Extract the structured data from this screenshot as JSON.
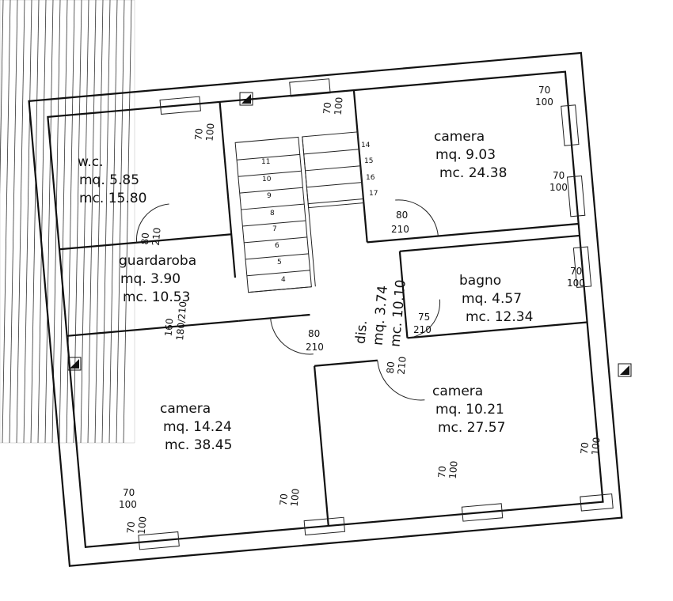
{
  "rooms": {
    "wc": {
      "name": "w.c.",
      "area": "mq.  5.85",
      "volume": "mc.  15.80"
    },
    "guardaroba": {
      "name": "guardaroba",
      "area": "mq.  3.90",
      "volume": "mc.  10.53"
    },
    "camera_ne": {
      "name": "camera",
      "area": "mq.  9.03",
      "volume": "mc.  24.38"
    },
    "bagno": {
      "name": "bagno",
      "area": "mq.  4.57",
      "volume": "mc.  12.34"
    },
    "camera_sw": {
      "name": "camera",
      "area": "mq.  14.24",
      "volume": "mc.  38.45"
    },
    "camera_se": {
      "name": "camera",
      "area": "mq.  10.21",
      "volume": "mc.  27.57"
    },
    "dis": {
      "name": "dis.",
      "area": "mq.  3.74",
      "volume": "mc.  10.10"
    }
  },
  "stair_steps": [
    "4",
    "5",
    "6",
    "7",
    "8",
    "9",
    "10",
    "11",
    "14",
    "15",
    "16",
    "17"
  ],
  "dimensions": {
    "win_70": "70",
    "win_100": "100",
    "door_80": "80",
    "door_210": "210",
    "door_75": "75",
    "opening_160": "160",
    "opening_180_210": "180/210"
  }
}
